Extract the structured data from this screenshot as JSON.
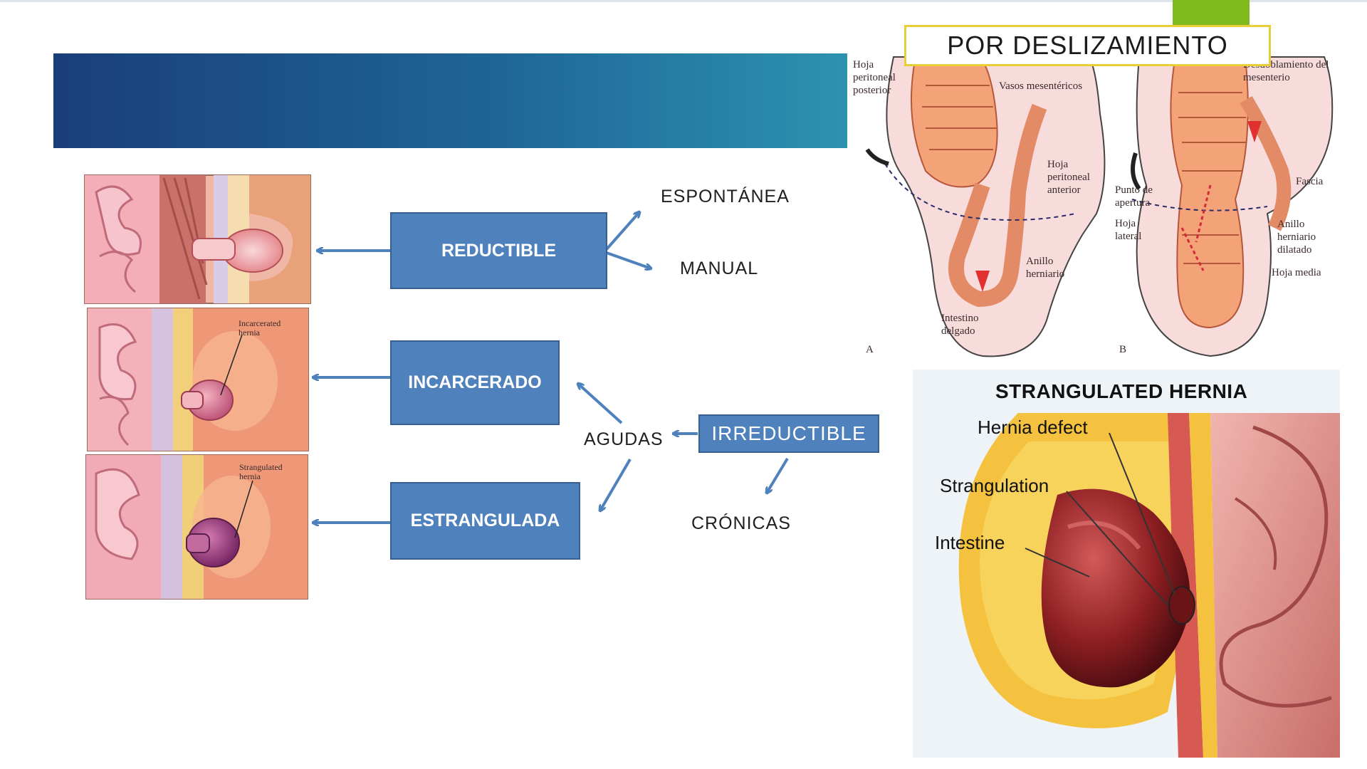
{
  "slide": {
    "sliding_title": "POR DESLIZAMIENTO",
    "boxes": {
      "reductible": "REDUCTIBLE",
      "incarcerado": "INCARCERADO",
      "estrangulada": "ESTRANGULADA",
      "irreductible": "IRREDUCTIBLE"
    },
    "labels": {
      "espontanea": "ESPONTÁNEA",
      "manual": "MANUAL",
      "agudas": "AGUDAS",
      "cronicas": "CRÓNICAS"
    },
    "left_panels": {
      "incarcerated_caption": "Incarcerated hernia",
      "strangulated_caption": "Strangulated hernia"
    },
    "sliding_image": {
      "labels_a": [
        "Hoja peritoneal posterior",
        "Vasos mesentéricos",
        "Hoja peritoneal anterior",
        "Anillo herniario",
        "Intestino delgado",
        "A"
      ],
      "labels_b": [
        "Desdoblamiento del mesenterio",
        "Fascia",
        "Punto de apertura",
        "Hoja lateral",
        "Anillo herniario dilatado",
        "Hoja media",
        "B"
      ]
    },
    "strangulated_image": {
      "title": "STRANGULATED HERNIA",
      "labels": [
        "Hernia defect",
        "Strangulation",
        "Intestine"
      ]
    },
    "colors": {
      "box_fill": "#4f81bd",
      "arrow": "#4f81bd",
      "banner_start": "#1a3e78",
      "banner_end": "#2d92b0",
      "accent_green": "#7fba1c",
      "title_border": "#e8cf38"
    }
  }
}
